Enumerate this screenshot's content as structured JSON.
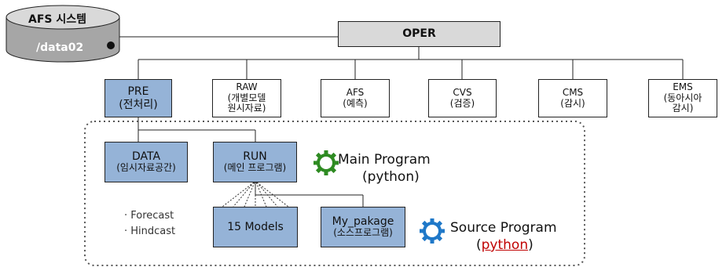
{
  "storage": {
    "title": "AFS 시스템",
    "path": "/data02"
  },
  "oper": {
    "label": "OPER"
  },
  "top_nodes": [
    {
      "name": "PRE",
      "sub": "(전처리)"
    },
    {
      "name": "RAW",
      "sub": "(개별모델\n원시자료)"
    },
    {
      "name": "AFS",
      "sub": "(예측)"
    },
    {
      "name": "CVS",
      "sub": "(검증)"
    },
    {
      "name": "CMS",
      "sub": "(감시)"
    },
    {
      "name": "EMS",
      "sub": "(동아시아\n감시)"
    }
  ],
  "data_node": {
    "name": "DATA",
    "sub": "(임시자료공간)"
  },
  "run_node": {
    "name": "RUN",
    "sub": "(메인 프로그램)"
  },
  "models_node": {
    "name": "15 Models"
  },
  "package_node": {
    "name": "My_pakage",
    "sub": "(소스프로그램)"
  },
  "notes": [
    "· Forecast",
    "· Hindcast"
  ],
  "main_program": {
    "line1": "Main Program",
    "line2": "(python)"
  },
  "source_program": {
    "line1": "Source Program",
    "paren_open": "(",
    "python": "python",
    "paren_close": ")"
  },
  "colors": {
    "node_fill": "#95b3d7",
    "oper_fill": "#d9d9d9",
    "gear_green": "#2e8b22",
    "gear_blue": "#1f78c8",
    "python_red": "#c00000"
  }
}
